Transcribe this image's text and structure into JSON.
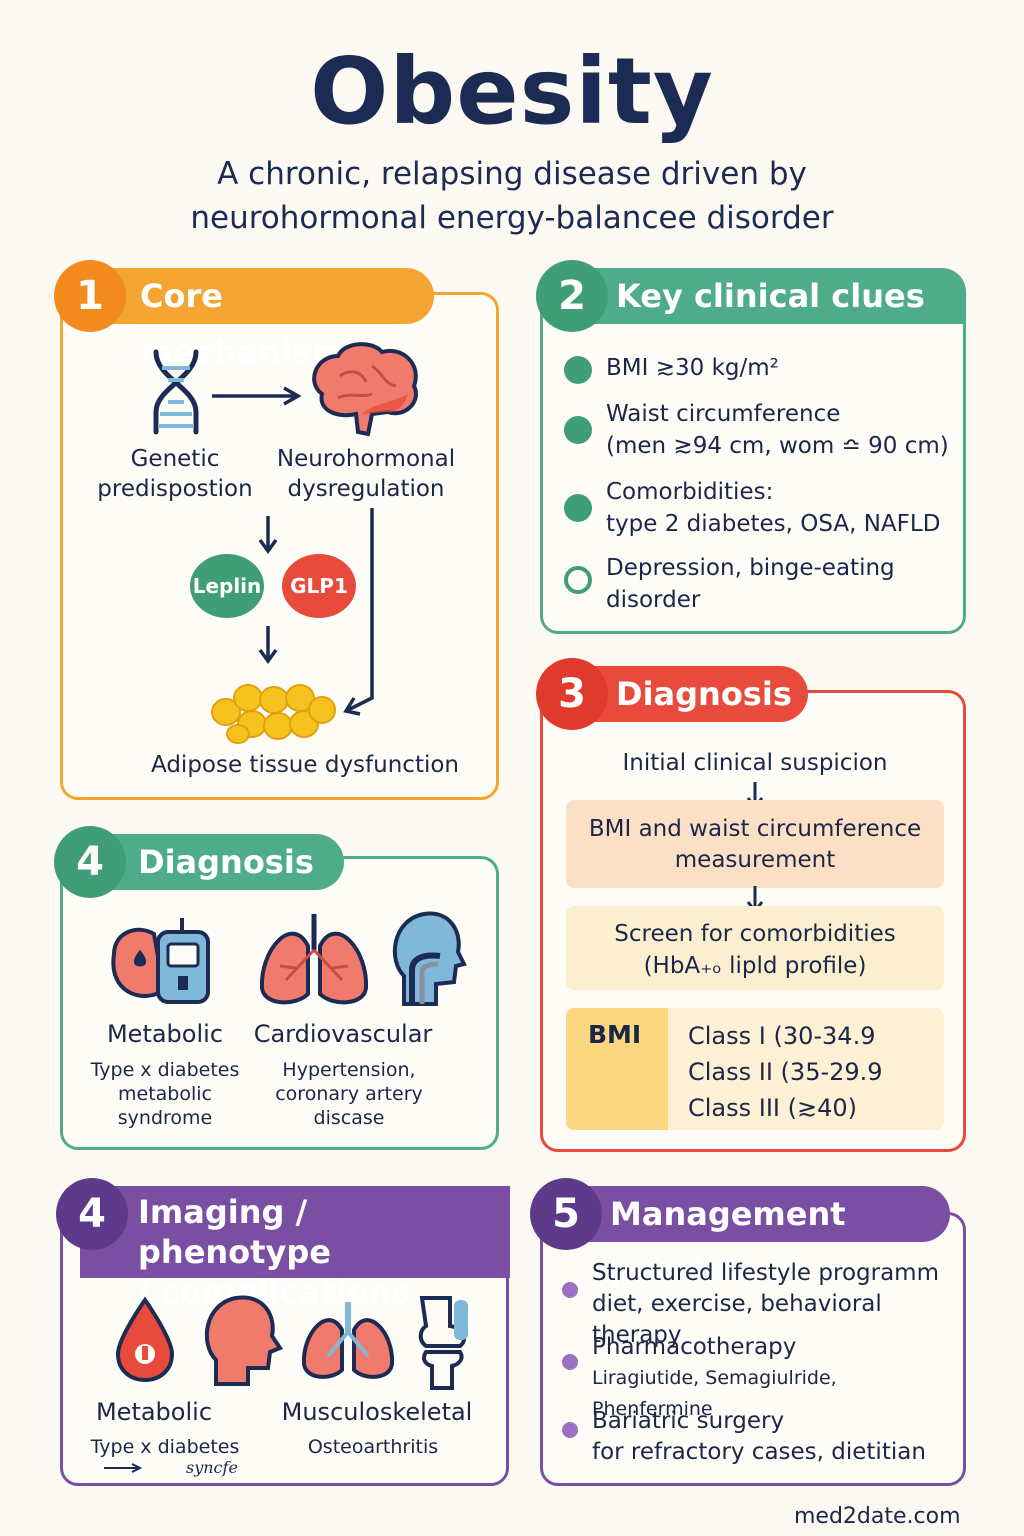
{
  "title": "Obesity",
  "subtitle": [
    "A chronic, relapsing disease driven by",
    "neurohormonal energy-balancee disorder"
  ],
  "colors": {
    "orange": "#f4a531",
    "green": "#4fac8a",
    "red": "#e84a3c",
    "purple": "#7a4fa3",
    "navy": "#1c2b54"
  },
  "s1": {
    "num": "1",
    "title": "Core mechanism",
    "genetic": [
      "Genetic",
      "predispostion"
    ],
    "neuro": [
      "Neurohormonal",
      "dysregulation"
    ],
    "leptin": "Leplin",
    "glp1": "GLP1",
    "adipose": "Adipose tissue dysfunction",
    "icons": [
      "dna-icon",
      "brain-icon",
      "adipose-cells-icon"
    ]
  },
  "s2": {
    "num": "2",
    "title": "Key clinical clues",
    "items": [
      {
        "icon": "scale-icon",
        "l1": "BMI ≳30 kg/m²",
        "l2": ""
      },
      {
        "icon": "tape-icon",
        "l1": "Waist circumference",
        "l2": "(men ≳94 cm, wom ≏ 90 cm)"
      },
      {
        "icon": "organ-icon",
        "l1": "Comorbidities:",
        "l2": "type 2 diabetes, OSA, NAFLD"
      },
      {
        "icon": "mind-icon",
        "l1": "Depression, binge-eating",
        "l2": "disorder"
      }
    ]
  },
  "s3": {
    "num": "3",
    "title": "Diagnosis",
    "step0": "Initial clinical suspicion",
    "step1": [
      "BMI and waist circumference",
      "measurement"
    ],
    "step2": [
      "Screen for comorbidities",
      "(HbA₊ₒ lipld profile)"
    ],
    "bmi_label": "BMI",
    "classes": [
      "Class I  (30-34.9",
      "Class II (35-29.9",
      "Class III (≳40)"
    ]
  },
  "s4": {
    "num": "4",
    "title": "Diagnosis",
    "metabolic": "Metabolic",
    "metabolic_desc": [
      "Type x diabetes",
      "metabolic",
      "syndrome"
    ],
    "cardio": "Cardiovascular",
    "cardio_desc": [
      "Hypertension,",
      "coronary artery",
      "discase"
    ],
    "icons": [
      "liver-glucometer-icon",
      "lungs-icon",
      "head-airway-icon"
    ]
  },
  "s5": {
    "num": "4",
    "title": [
      "Imaging / phenotype",
      "/ complications"
    ],
    "metabolic": "Metabolic",
    "metabolic_desc": "Type x diabetes",
    "scribble": "syncfe",
    "musculo": "Musculoskeletal",
    "musculo_desc": "Osteoarthritis",
    "icons": [
      "blood-drop-icon",
      "head-profile-icon",
      "lungs-icon",
      "knee-joint-icon"
    ]
  },
  "s6": {
    "num": "5",
    "title": "Management pearls",
    "items": [
      {
        "l1": "Structured lifestyle programm",
        "l2": "diet, exercise, behavioral therapy"
      },
      {
        "l1": "Pharmacotherapy",
        "l2": "Liragiutide, Semagiulride, Phenfermine"
      },
      {
        "l1": "Bariatric surgery",
        "l2": "for refractory cases, dietitian"
      }
    ]
  },
  "footer": "med2date.com"
}
